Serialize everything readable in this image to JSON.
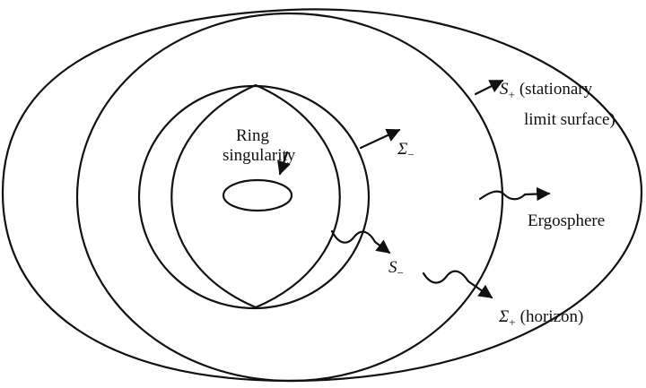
{
  "labels": {
    "ring_line1": "Ring",
    "ring_line2": "singularity",
    "splus_symbol": "S",
    "splus_sub": "+",
    "splus_desc1": "(stationary",
    "splus_desc2": "limit surface)",
    "sigma_minus_symbol": "Σ",
    "sigma_minus_sub": "−",
    "ergosphere": "Ergosphere",
    "sminus_symbol": "S",
    "sminus_sub": "−",
    "sigma_plus_symbol": "Σ",
    "sigma_plus_sub": "+",
    "sigma_plus_desc": "(horizon)"
  }
}
